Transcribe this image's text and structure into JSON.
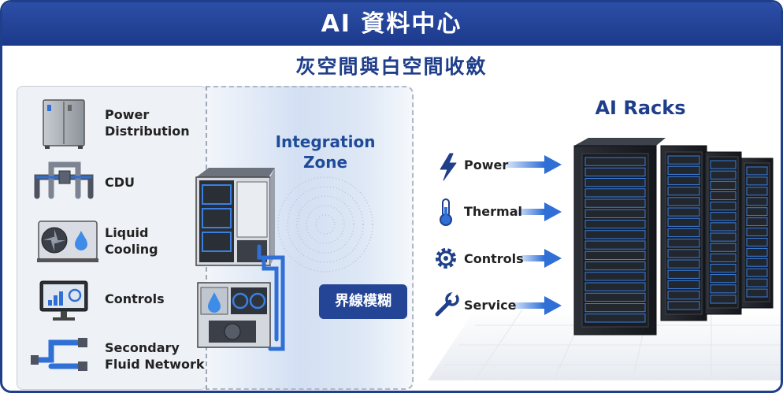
{
  "header": {
    "title": "AI 資料中心"
  },
  "subtitle": "灰空間與白空間收斂",
  "left_panel": {
    "items": [
      {
        "label_lines": [
          "Power",
          "Distribution"
        ],
        "icon": "electrical-cabinet-icon"
      },
      {
        "label_lines": [
          "CDU"
        ],
        "icon": "pipe-manifold-icon"
      },
      {
        "label_lines": [
          "Liquid",
          "Cooling"
        ],
        "icon": "cooling-unit-icon"
      },
      {
        "label_lines": [
          "Controls"
        ],
        "icon": "monitor-icon"
      },
      {
        "label_lines": [
          "Secondary",
          "Fluid Network"
        ],
        "icon": "fluid-pipe-icon"
      }
    ]
  },
  "integration_zone": {
    "title_lines": [
      "Integration",
      "Zone"
    ],
    "badge": "界線模糊"
  },
  "racks": {
    "title": "AI Racks",
    "flows": [
      {
        "label": "Power",
        "icon": "lightning-icon"
      },
      {
        "label": "Thermal",
        "icon": "thermometer-icon"
      },
      {
        "label": "Controls",
        "icon": "gear-icon"
      },
      {
        "label": "Service",
        "icon": "wrench-icon"
      }
    ]
  },
  "colors": {
    "primary": "#1f3f8a",
    "accent_blue": "#2f6fd6",
    "banner": "#244596"
  }
}
